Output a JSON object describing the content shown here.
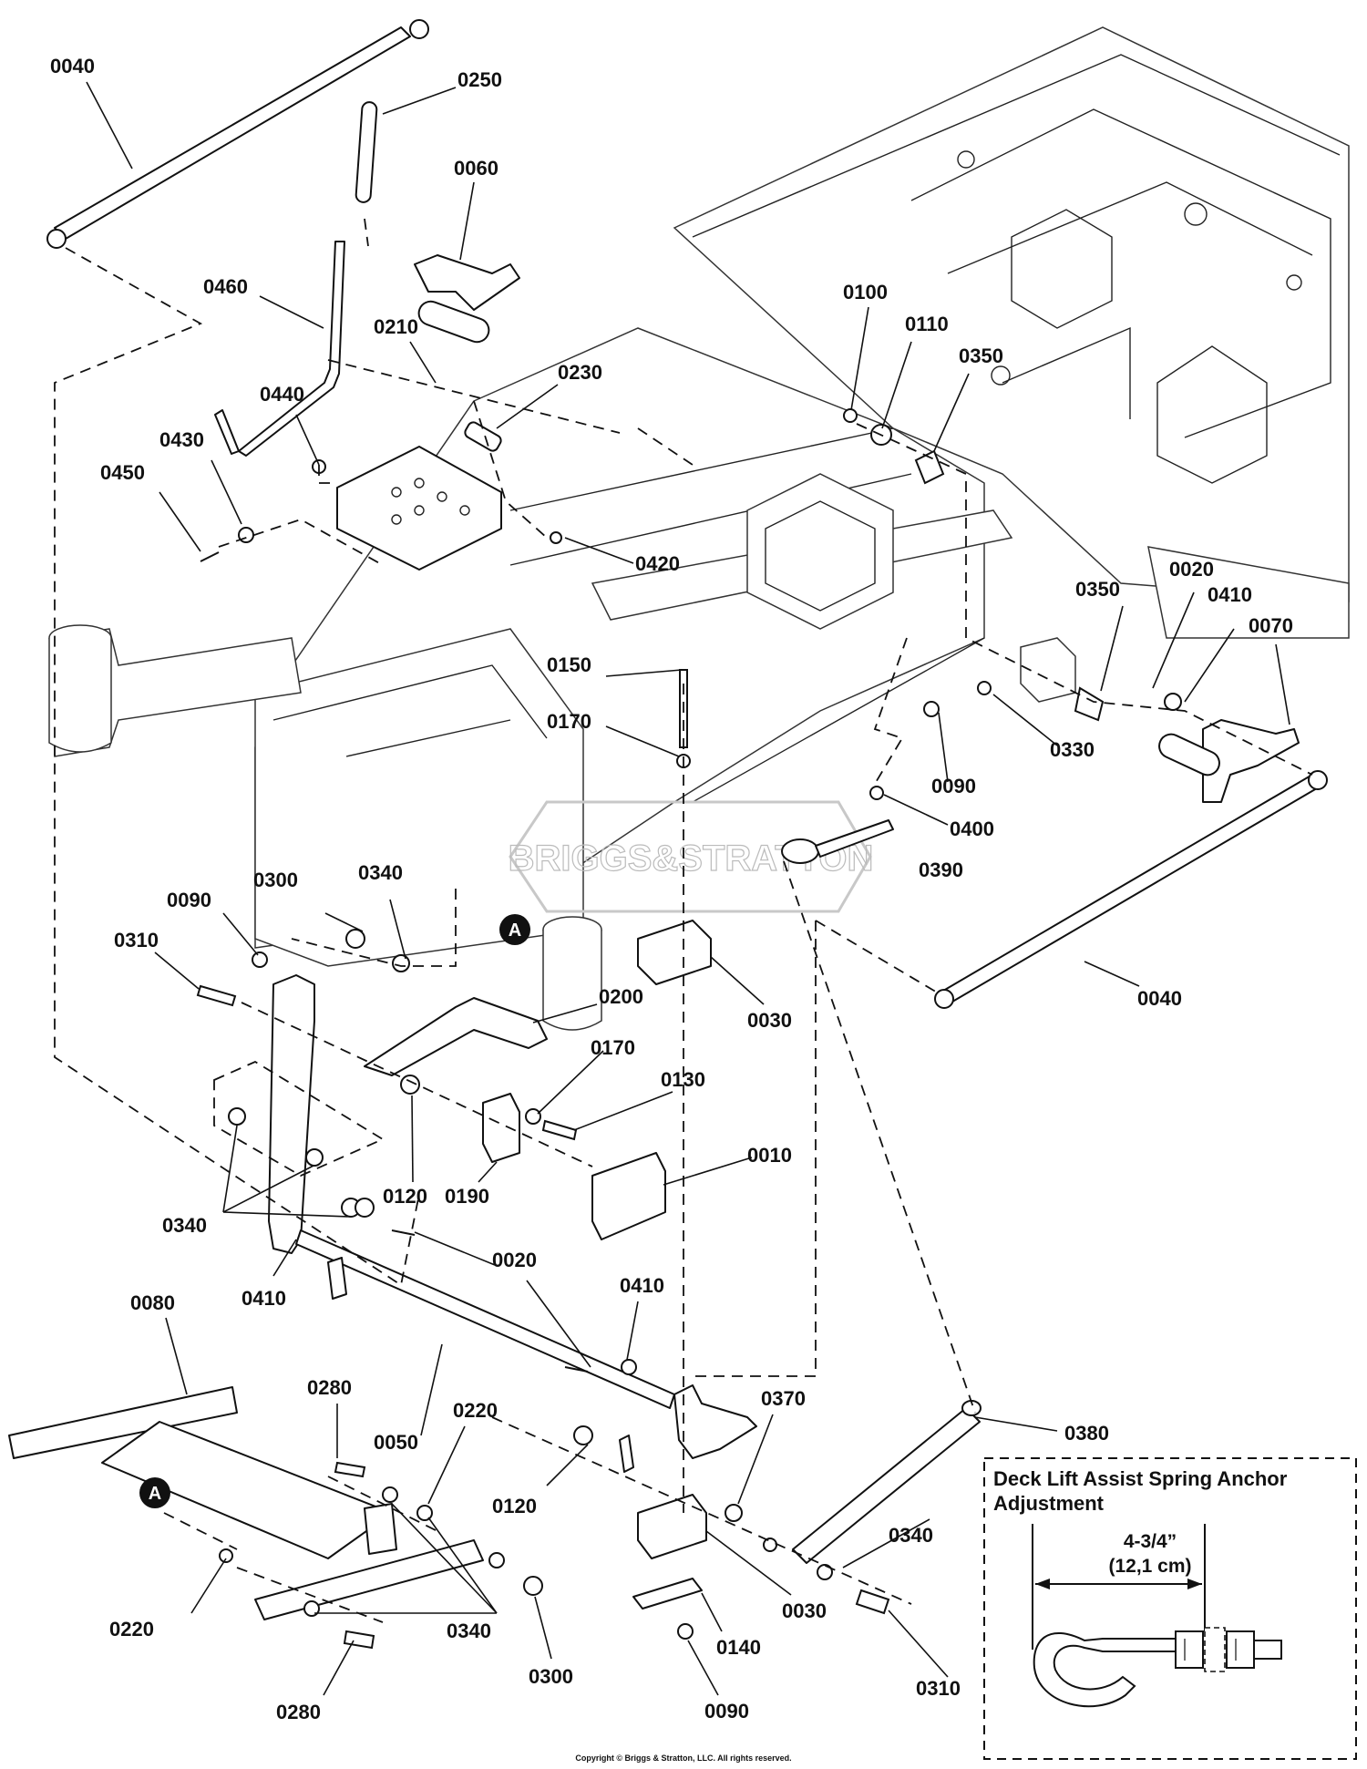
{
  "watermark": "BRIGGS&STRATTON",
  "copyright": "Copyright © Briggs & Stratton, LLC. All rights reserved.",
  "reference_marker": "A",
  "inset": {
    "title_line1": "Deck Lift Assist Spring Anchor",
    "title_line2": "Adjustment",
    "dimension_imperial": "4-3/4”",
    "dimension_metric": "(12,1 cm)"
  },
  "parts": {
    "p0040a": "0040",
    "p0250": "0250",
    "p0060": "0060",
    "p0460": "0460",
    "p0210": "0210",
    "p0230": "0230",
    "p0440": "0440",
    "p0430": "0430",
    "p0450": "0450",
    "p0420": "0420",
    "p0100": "0100",
    "p0110": "0110",
    "p0350a": "0350",
    "p0350b": "0350",
    "p0020a": "0020",
    "p0410a": "0410",
    "p0070": "0070",
    "p0150": "0150",
    "p0170a": "0170",
    "p0330": "0330",
    "p0090a": "0090",
    "p0400": "0400",
    "p0390": "0390",
    "p0040b": "0040",
    "p0030a": "0030",
    "p0090b": "0090",
    "p0300a": "0300",
    "p0340a": "0340",
    "p0310a": "0310",
    "p0200": "0200",
    "p0170b": "0170",
    "p0130": "0130",
    "p0120a": "0120",
    "p0190": "0190",
    "p0010": "0010",
    "p0340b": "0340",
    "p0410b": "0410",
    "p0020b": "0020",
    "p0410c": "0410",
    "p0080": "0080",
    "p0280a": "0280",
    "p0220a": "0220",
    "p0050": "0050",
    "p0370": "0370",
    "p0380": "0380",
    "p0120b": "0120",
    "p0220b": "0220",
    "p0340c": "0340",
    "p0300b": "0300",
    "p0280b": "0280",
    "p0030b": "0030",
    "p0140": "0140",
    "p0340d": "0340",
    "p0310b": "0310",
    "p0090c": "0090"
  }
}
